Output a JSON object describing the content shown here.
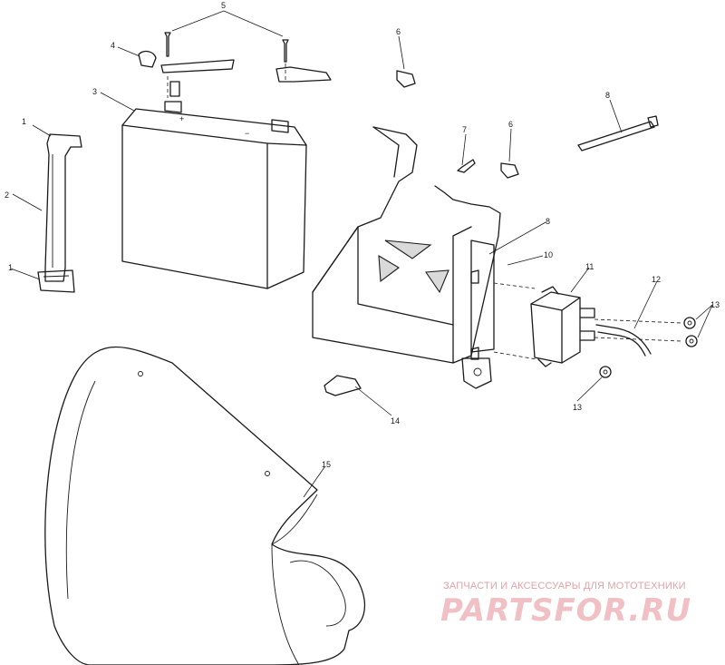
{
  "callouts": [
    {
      "id": "c1a",
      "text": "1"
    },
    {
      "id": "c1b",
      "text": "1"
    },
    {
      "id": "c2",
      "text": "2"
    },
    {
      "id": "c3",
      "text": "3"
    },
    {
      "id": "c4",
      "text": "4"
    },
    {
      "id": "c5",
      "text": "5"
    },
    {
      "id": "c6a",
      "text": "6"
    },
    {
      "id": "c6b",
      "text": "6"
    },
    {
      "id": "c7",
      "text": "7"
    },
    {
      "id": "c8a",
      "text": "8"
    },
    {
      "id": "c8b",
      "text": "8"
    },
    {
      "id": "c10",
      "text": "10"
    },
    {
      "id": "c11",
      "text": "11"
    },
    {
      "id": "c12",
      "text": "12"
    },
    {
      "id": "c13a",
      "text": "13"
    },
    {
      "id": "c13b",
      "text": "13"
    },
    {
      "id": "c14",
      "text": "14"
    },
    {
      "id": "c15",
      "text": "15"
    }
  ],
  "battery": {
    "plus": "+",
    "minus": "−"
  },
  "watermark": {
    "tagline": "ЗАПЧАСТИ И АКСЕССУАРЫ ДЛЯ МОТОТЕХНИКИ",
    "logo": "PARTSFOR.RU",
    "color": "#e8a0a6"
  }
}
